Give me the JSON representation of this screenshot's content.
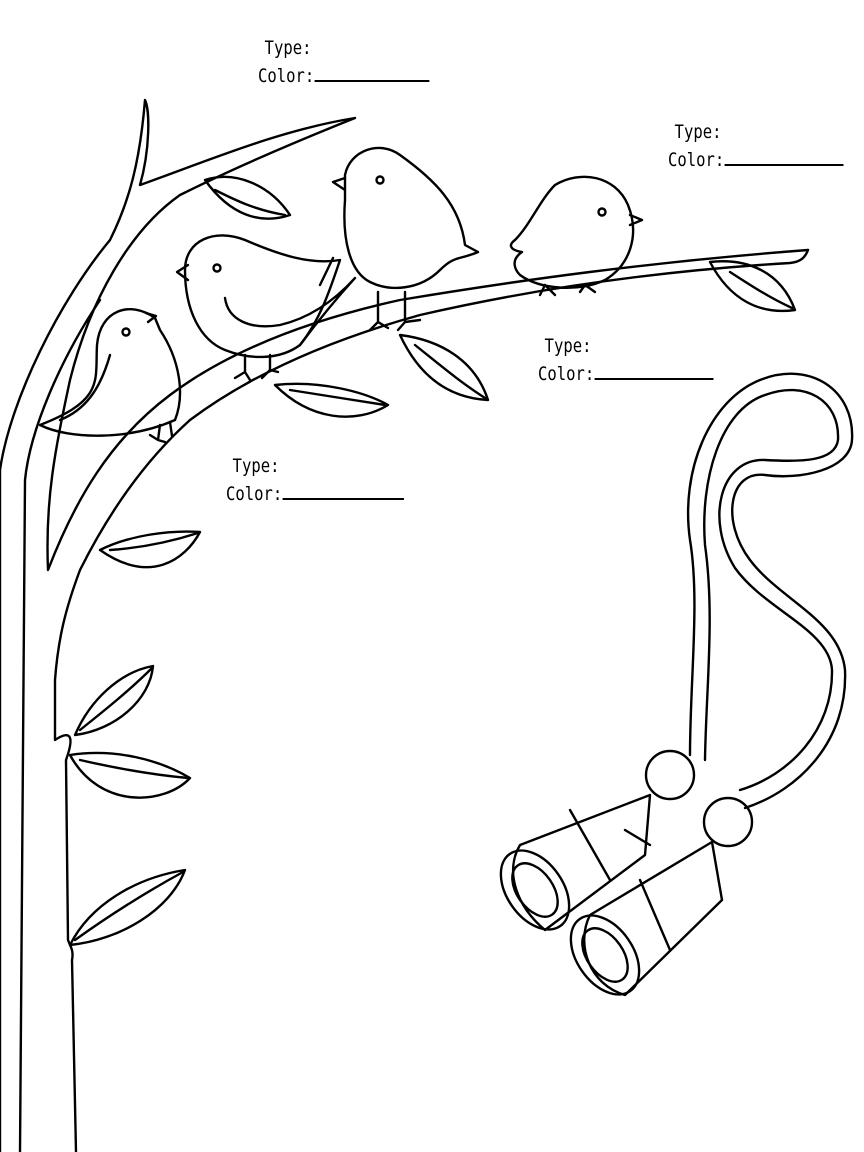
{
  "worksheet": {
    "labels": [
      {
        "type_label": "Type:",
        "color_label": "Color:"
      },
      {
        "type_label": "Type:",
        "color_label": "Color:"
      },
      {
        "type_label": "Type:",
        "color_label": "Color:"
      },
      {
        "type_label": "Type:",
        "color_label": "Color:"
      }
    ],
    "colors": {
      "line": "#000000",
      "background": "#ffffff"
    },
    "illustrations": [
      "tree-branch",
      "bird",
      "bird",
      "bird",
      "bird",
      "leaf",
      "binoculars"
    ]
  }
}
